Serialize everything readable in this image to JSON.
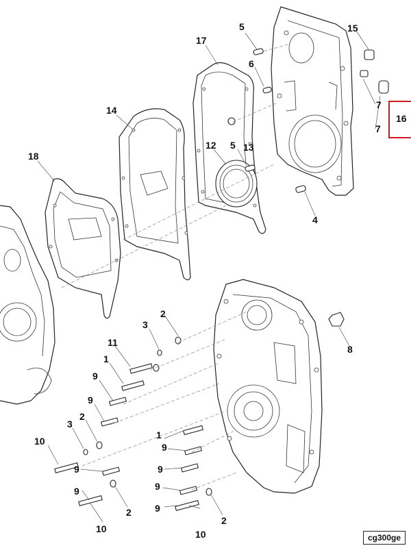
{
  "callouts": [
    {
      "id": "c5a",
      "text": "5"
    },
    {
      "id": "c15",
      "text": "15"
    },
    {
      "id": "c17",
      "text": "17"
    },
    {
      "id": "c6",
      "text": "6"
    },
    {
      "id": "c7a",
      "text": "7"
    },
    {
      "id": "c16",
      "text": "16"
    },
    {
      "id": "c7b",
      "text": "7"
    },
    {
      "id": "c14",
      "text": "14"
    },
    {
      "id": "c12",
      "text": "12"
    },
    {
      "id": "c5b",
      "text": "5"
    },
    {
      "id": "c13",
      "text": "13"
    },
    {
      "id": "c18",
      "text": "18"
    },
    {
      "id": "c4",
      "text": "4"
    },
    {
      "id": "c2a",
      "text": "2"
    },
    {
      "id": "c3a",
      "text": "3"
    },
    {
      "id": "c8",
      "text": "8"
    },
    {
      "id": "c11",
      "text": "11"
    },
    {
      "id": "c1a",
      "text": "1"
    },
    {
      "id": "c9a",
      "text": "9"
    },
    {
      "id": "c9b",
      "text": "9"
    },
    {
      "id": "c3b",
      "text": "3"
    },
    {
      "id": "c2b",
      "text": "2"
    },
    {
      "id": "c1b",
      "text": "1"
    },
    {
      "id": "c10a",
      "text": "10"
    },
    {
      "id": "c9c",
      "text": "9"
    },
    {
      "id": "c9d",
      "text": "9"
    },
    {
      "id": "c9e",
      "text": "9"
    },
    {
      "id": "c9f",
      "text": "9"
    },
    {
      "id": "c9g",
      "text": "9"
    },
    {
      "id": "c9h",
      "text": "9"
    },
    {
      "id": "c2c",
      "text": "2"
    },
    {
      "id": "c2d",
      "text": "2"
    },
    {
      "id": "c10b",
      "text": "10"
    },
    {
      "id": "c10c",
      "text": "10"
    }
  ],
  "highlight": {
    "label": "16",
    "color": "#d11a1a"
  },
  "figure_code": "cg300ge"
}
